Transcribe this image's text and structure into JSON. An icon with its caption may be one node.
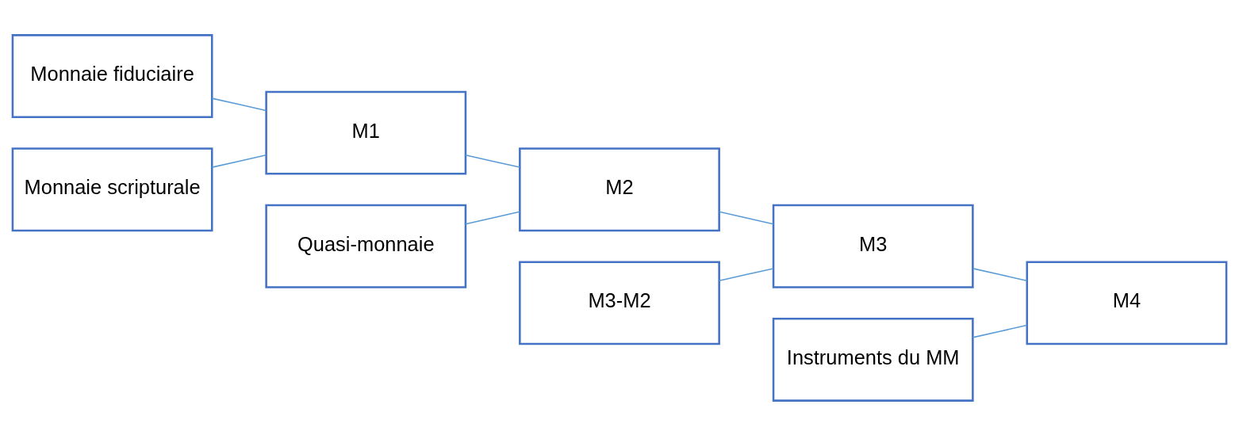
{
  "diagram": {
    "nodes": [
      {
        "text": [
          "Monnaie fiduciaire"
        ]
      },
      {
        "text": [
          "Monnaie scripturale"
        ]
      },
      {
        "text": [
          "M1"
        ]
      },
      {
        "text": [
          "Quasi-monnaie"
        ]
      },
      {
        "text": [
          "M2"
        ]
      },
      {
        "text": [
          "M3-M2"
        ]
      },
      {
        "text": [
          "M3"
        ]
      },
      {
        "text": [
          "Instruments du MM"
        ]
      },
      {
        "text": [
          "M4"
        ]
      }
    ],
    "edges": [
      {
        "from": 0,
        "to": 2,
        "arrow": "none"
      },
      {
        "from": 1,
        "to": 2,
        "arrow": "none"
      },
      {
        "from": 2,
        "to": 4,
        "arrow": "none"
      },
      {
        "from": 3,
        "to": 4,
        "arrow": "none"
      },
      {
        "from": 4,
        "to": 6,
        "arrow": "none"
      },
      {
        "from": 5,
        "to": 6,
        "arrow": "none"
      },
      {
        "from": 6,
        "to": 8,
        "arrow": "none"
      },
      {
        "from": 7,
        "to": 8,
        "arrow": "none"
      }
    ]
  }
}
